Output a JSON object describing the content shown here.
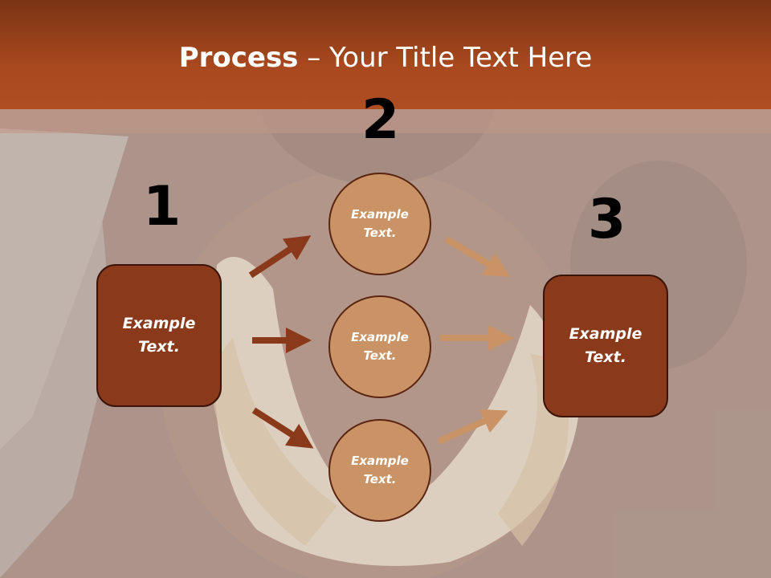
{
  "slide": {
    "title_bold": "Process",
    "title_rest": " – Your Title Text Here",
    "steps": [
      {
        "number": "1",
        "label": "Example\nText."
      },
      {
        "number": "2"
      },
      {
        "number": "3",
        "label": "Example\nText."
      }
    ],
    "circles": [
      {
        "label": "Example\nText."
      },
      {
        "label": "Example\nText."
      },
      {
        "label": "Example\nText."
      }
    ]
  },
  "colors": {
    "title_bar": "#a8481f",
    "box_fill": "#8a3a1a",
    "circle_fill": "#c99366",
    "dark_arrow": "#8a3a1a",
    "light_arrow": "#c99366"
  }
}
